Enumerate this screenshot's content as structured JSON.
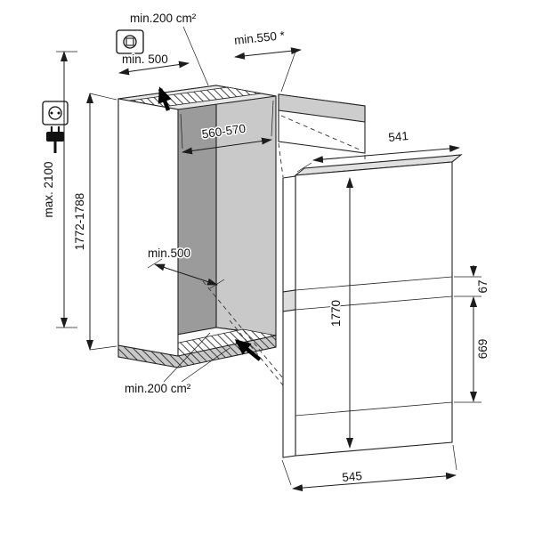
{
  "diagram": {
    "type": "appliance-installation-dimension-drawing",
    "labels": {
      "top_vent_area": "min.200 cm²",
      "top_vent_width": "min. 500",
      "niche_depth": "min.550 *",
      "niche_width": "560-570",
      "total_height": "max. 2100",
      "niche_height": "1772-1788",
      "base_depth": "min.500",
      "base_vent_area": "min.200 cm²",
      "appliance_depth": "541",
      "appliance_height": "1770",
      "door_gap": "67",
      "lower_door_height": "669",
      "appliance_base_depth": "545"
    },
    "icons": {
      "junction_box": "junction-box-icon",
      "wall_socket": "wall-socket-icon",
      "power_plug": "power-plug-icon"
    },
    "colors": {
      "line": "#1c1c1c",
      "back_wall": "#9b9b9b",
      "side_panel": "#c9c9c9",
      "ceiling": "#e8e8e8",
      "top_strip": "#cdcdcd",
      "hatch_band": "#c9c9c9"
    }
  }
}
